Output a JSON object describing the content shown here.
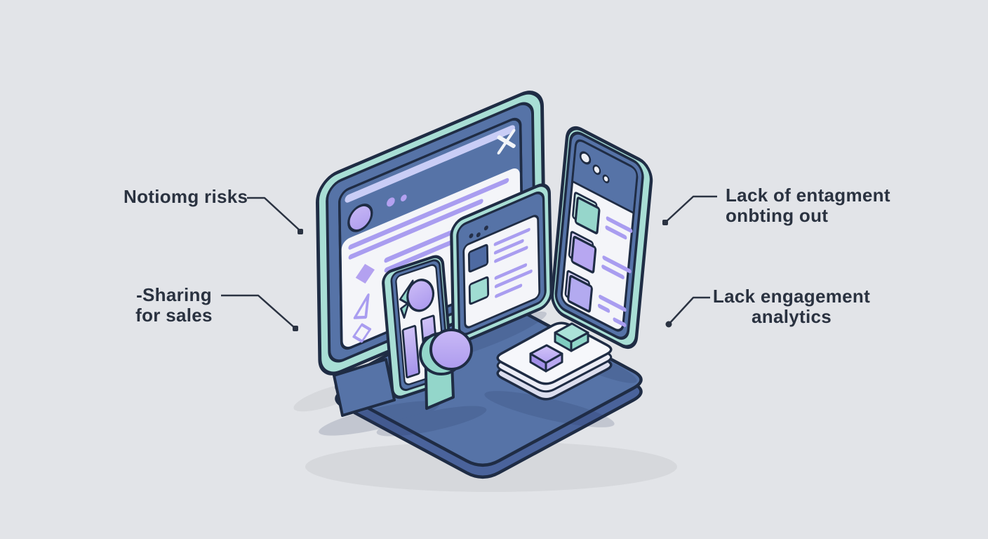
{
  "scene": {
    "description": "Isometric illustration of a desktop monitor, browser card, phone mockups, notification bell phone, megaphone and stacked UI cards standing on a blue platform, with four callout labels",
    "background": "#e2e4e8"
  },
  "palette": {
    "background": "#e2e4e8",
    "ink": "#1f2c44",
    "blue": "#5673a7",
    "blue_side": "#4a639b",
    "blue_deep": "#4e6aa2",
    "teal": "#a8ded5",
    "teal_post": "#93d6ca",
    "lavender": "#b3a1f0",
    "lavender_line": "#a99df0",
    "stripe": "#c9cdf6",
    "white": "#f4f5f9",
    "leader": "#2b3342",
    "label_text": "#2a3240"
  },
  "callouts": [
    {
      "id": "top-left",
      "line1": "Notiomg risks",
      "line2": ""
    },
    {
      "id": "bottom-left",
      "line1": "-Sharing",
      "line2": "for sales"
    },
    {
      "id": "top-right",
      "line1": "Lack of entagment",
      "line2": "onbting out"
    },
    {
      "id": "bottom-right",
      "line1": "Lack engagement",
      "line2": "analytics"
    }
  ]
}
